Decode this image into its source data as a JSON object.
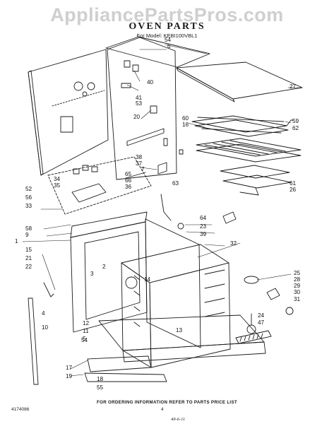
{
  "watermark": "AppliancePartsPros.com",
  "title": "OVEN PARTS",
  "model_line": "For Model: KEBI100VBL1",
  "footer": {
    "ordering_note": "FOR ORDERING INFORMATION REFER TO PARTS PRICE LIST",
    "doc_number": "4174086",
    "page_number": "4",
    "date_mark": "49-6-11"
  },
  "callouts": [
    "54",
    "6",
    "27",
    "41",
    "53",
    "40",
    "20",
    "60",
    "16",
    "59",
    "62",
    "38",
    "37",
    "7",
    "63",
    "61",
    "26",
    "34",
    "35",
    "65",
    "66",
    "36",
    "52",
    "56",
    "33",
    "58",
    "9",
    "64",
    "23",
    "39",
    "1",
    "15",
    "21",
    "22",
    "3",
    "2",
    "14",
    "32",
    "25",
    "28",
    "29",
    "30",
    "31",
    "4",
    "10",
    "12",
    "11",
    "5",
    "24",
    "47",
    "13",
    "54",
    "17",
    "19",
    "18",
    "55"
  ]
}
